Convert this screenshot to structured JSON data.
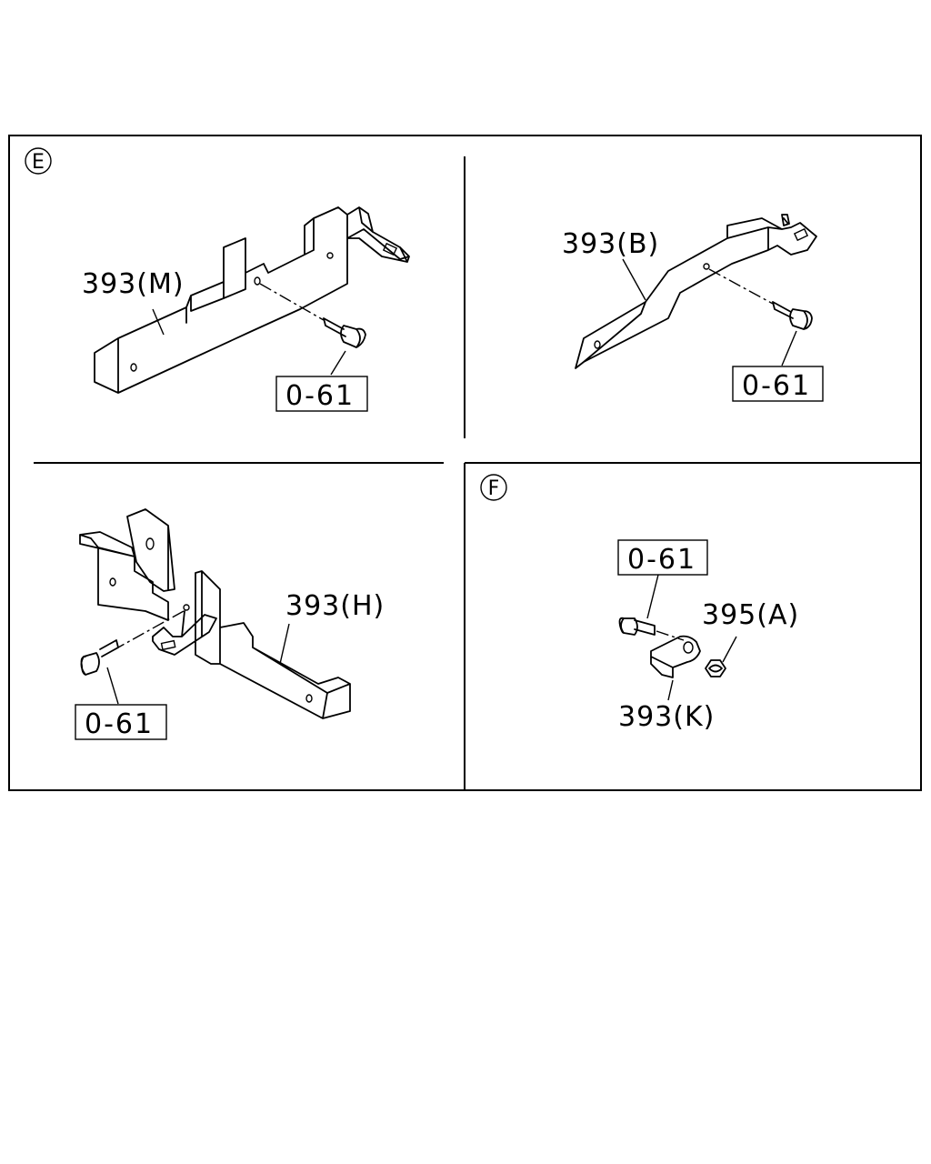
{
  "sections": {
    "E": {
      "marker": "E"
    },
    "F": {
      "marker": "F"
    }
  },
  "views": {
    "topleft": {
      "part_label": "393(M)",
      "fastener_label": "0-61"
    },
    "topright": {
      "part_label": "393(B)",
      "fastener_label": "0-61"
    },
    "botleft": {
      "part_label": "393(H)",
      "fastener_label": "0-61"
    },
    "botright": {
      "fastener_label": "0-61",
      "nut_label": "395(A)",
      "clamp_label": "393(K)"
    }
  }
}
